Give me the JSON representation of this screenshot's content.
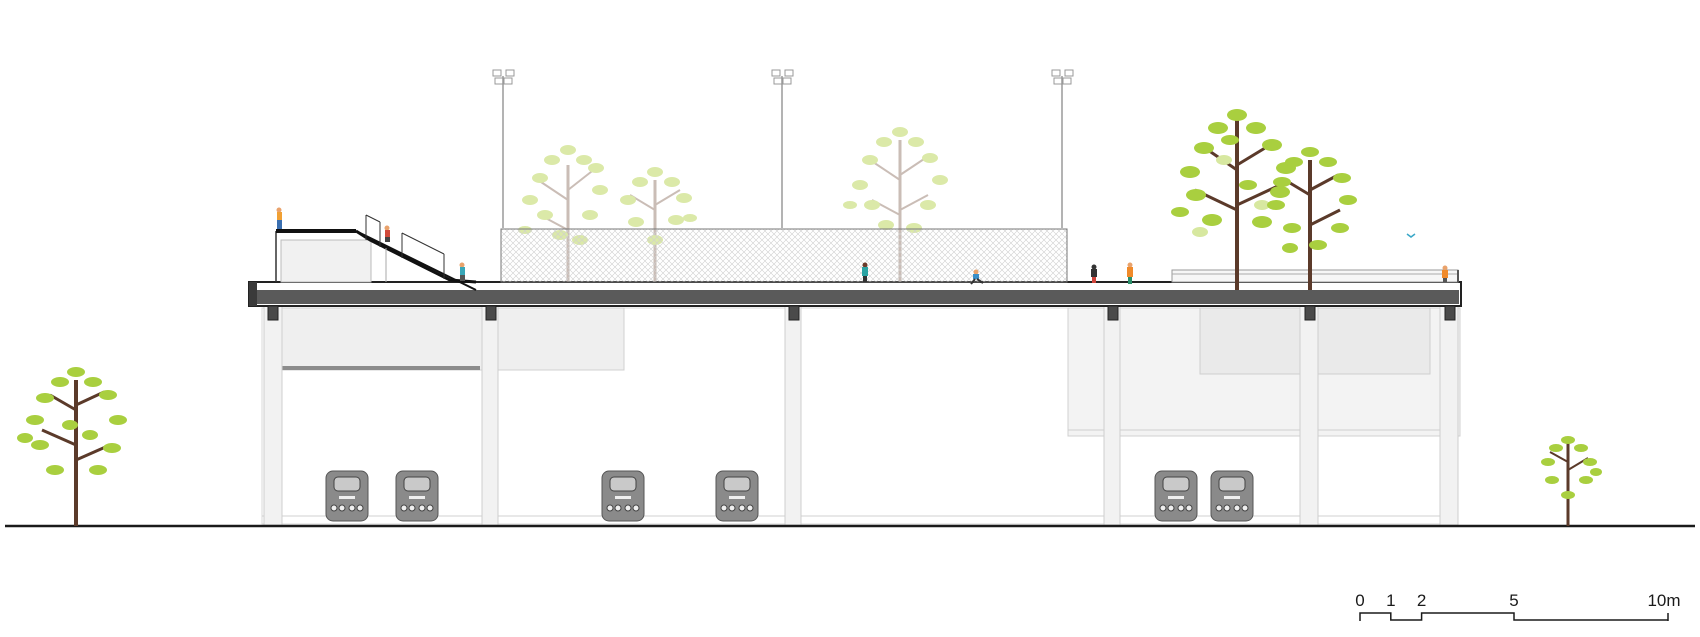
{
  "drawing": {
    "type": "architectural section",
    "description_visible_text_only": true
  },
  "scale_bar": {
    "unit": "m",
    "ticks": [
      {
        "label": "0",
        "value": 0
      },
      {
        "label": "1",
        "value": 1
      },
      {
        "label": "2",
        "value": 2
      },
      {
        "label": "5",
        "value": 5
      },
      {
        "label": "10m",
        "value": 10
      }
    ]
  },
  "colors": {
    "ground_line": "#1a1a1a",
    "slab": "#555555",
    "structure": "#f2f2f2",
    "structure_edge": "#cfcfcf",
    "tree_trunk": "#5b3a2a",
    "tree_trunk_faded": "#b8a39a",
    "foliage_light": "#c7dd6b",
    "foliage_dark": "#8fb83a",
    "fence_mesh": "#d9d9d9",
    "car": "#8a8a8a"
  },
  "icons": {
    "car": "car-front-icon",
    "person": "person-icon",
    "light_pole": "light-pole-icon",
    "tree": "tree-icon"
  }
}
